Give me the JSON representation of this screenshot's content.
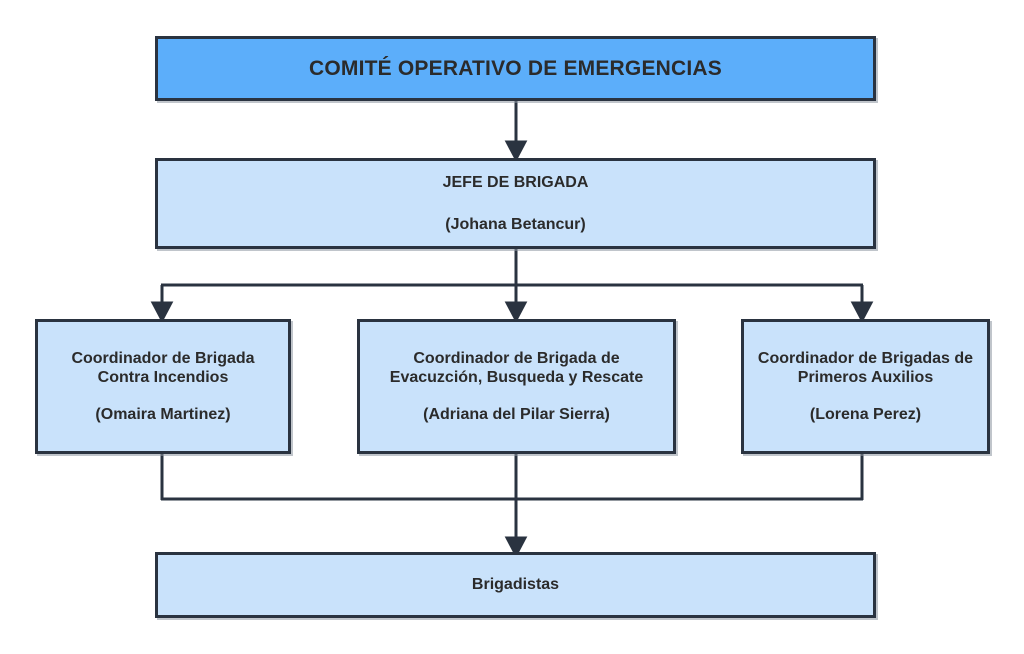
{
  "diagram": {
    "title_text": "COMITÉ OPERATIVO DE EMERGENCIAS",
    "colors": {
      "root_fill": "#5caefa",
      "node_fill": "#c9e2fb",
      "border": "#2a3340",
      "text": "#2b2b2b",
      "background": "#ffffff"
    },
    "nodes": {
      "comite": {
        "title": "COMITÉ OPERATIVO DE EMERGENCIAS",
        "person": ""
      },
      "jefe": {
        "title": "JEFE DE BRIGADA",
        "person": "(Johana Betancur)"
      },
      "coord_incendios": {
        "title": "Coordinador de Brigada Contra Incendios",
        "person": "(Omaira Martinez)"
      },
      "coord_evacuacion": {
        "title": "Coordinador de Brigada de Evacuzción, Busqueda y Rescate",
        "person": "(Adriana del Pilar Sierra)"
      },
      "coord_auxilios": {
        "title": "Coordinador de Brigadas de Primeros Auxilios",
        "person": "(Lorena Perez)"
      },
      "brigadistas": {
        "title": "Brigadistas",
        "person": ""
      }
    },
    "connectors": [
      {
        "name": "comite-to-jefe",
        "from": "comite",
        "to": "jefe",
        "style": "arrow-down"
      },
      {
        "name": "jefe-to-coord-incendios",
        "from": "jefe",
        "to": "coord_incendios",
        "style": "elbow-arrow"
      },
      {
        "name": "jefe-to-coord-evacuacion",
        "from": "jefe",
        "to": "coord_evacuacion",
        "style": "arrow-down"
      },
      {
        "name": "jefe-to-coord-auxilios",
        "from": "jefe",
        "to": "coord_auxilios",
        "style": "elbow-arrow"
      },
      {
        "name": "coords-to-brigadistas",
        "from": "coordinators",
        "to": "brigadistas",
        "style": "merge-arrow"
      }
    ]
  }
}
